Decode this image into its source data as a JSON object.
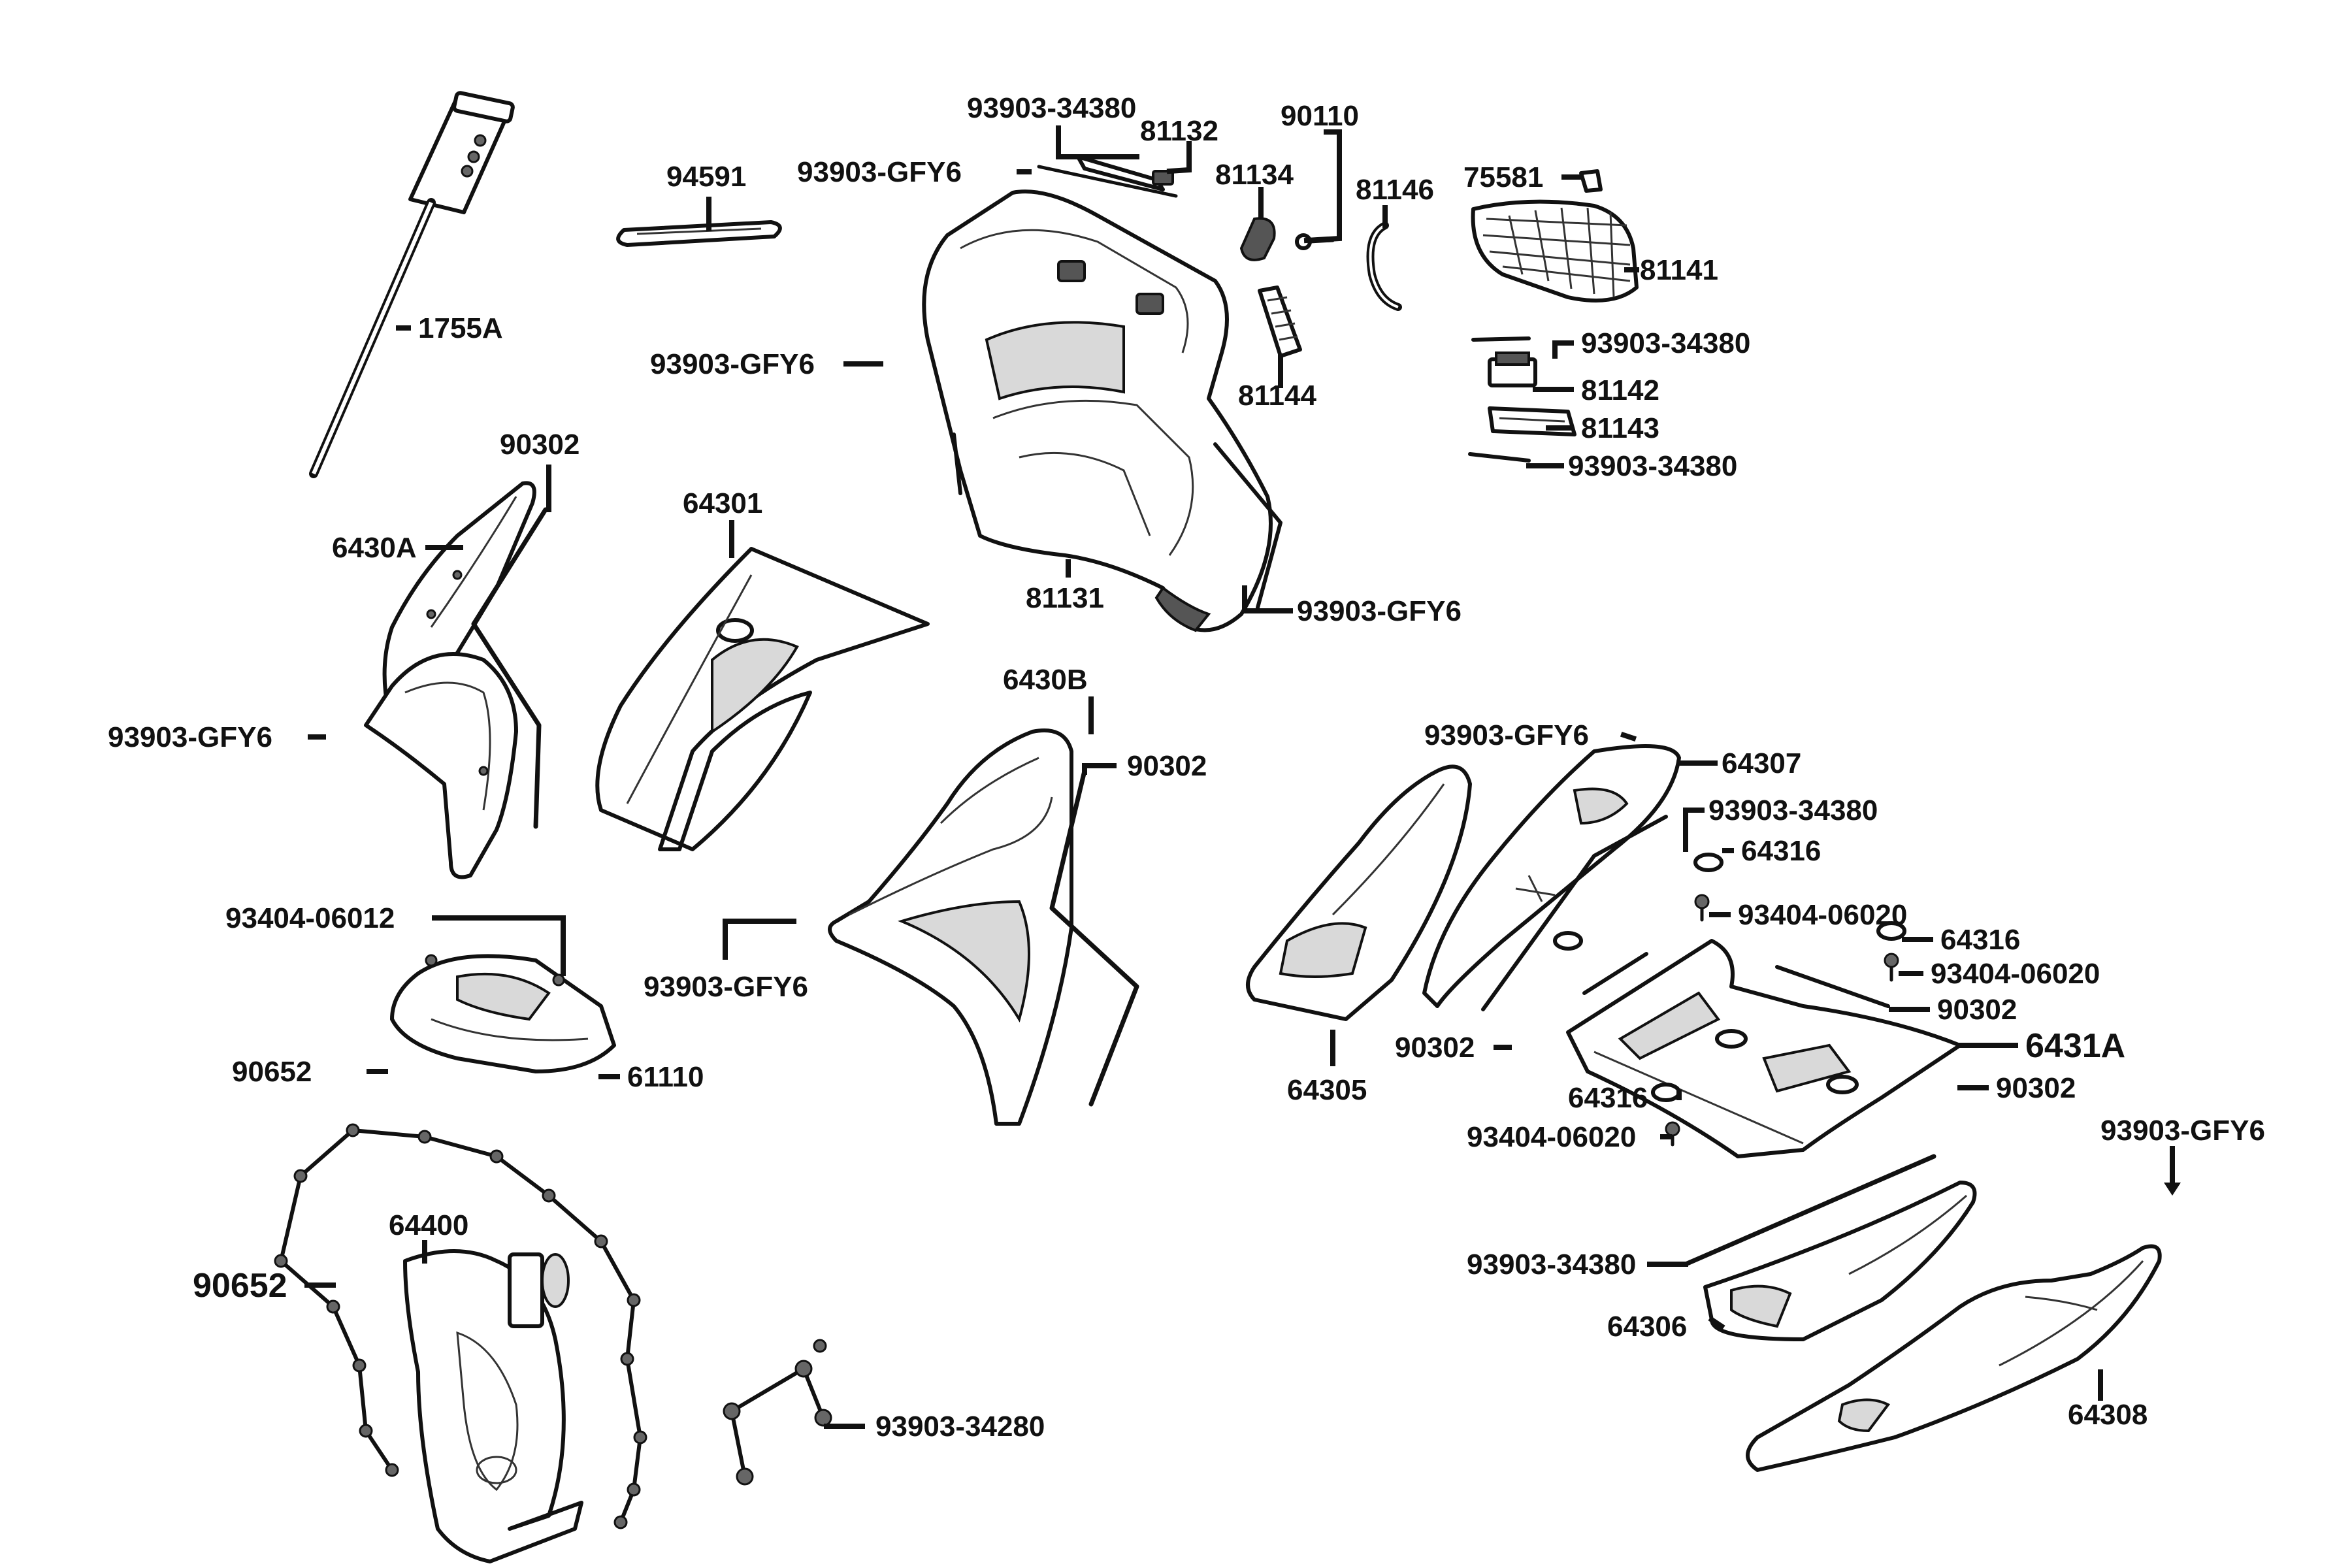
{
  "labels": {
    "l_93903_34380_top": "93903-34380",
    "l_81132": "81132",
    "l_90110": "90110",
    "l_94591": "94591",
    "l_93903_gfy6_top": "93903-GFY6",
    "l_81134": "81134",
    "l_81146": "81146",
    "l_75581": "75581",
    "l_81141": "81141",
    "l_1755a": "1755A",
    "l_93903_gfy6_mid": "93903-GFY6",
    "l_81144": "81144",
    "l_93903_34380_r1": "93903-34380",
    "l_81142": "81142",
    "l_81143": "81143",
    "l_93903_34380_r2": "93903-34380",
    "l_90302_a": "90302",
    "l_64301": "64301",
    "l_6430a": "6430A",
    "l_81131": "81131",
    "l_93903_gfy6_81131": "93903-GFY6",
    "l_6430b": "6430B",
    "l_93903_gfy6_left": "93903-GFY6",
    "l_90302_b": "90302",
    "l_93903_gfy6_64307": "93903-GFY6",
    "l_64307": "64307",
    "l_93903_34380_64307": "93903-34380",
    "l_64316_a": "64316",
    "l_93404_06020_a": "93404-06020",
    "l_64316_b": "64316",
    "l_93404_06020_b": "93404-06020",
    "l_90302_c": "90302",
    "l_6431a": "6431A",
    "l_90302_d": "90302",
    "l_90302_e": "90302",
    "l_64316_c": "64316",
    "l_93404_06020_c": "93404-06020",
    "l_64305": "64305",
    "l_93903_gfy6_64306": "93903-GFY6",
    "l_93404_06012": "93404-06012",
    "l_93903_gfy6_6430b": "93903-GFY6",
    "l_90652_a": "90652",
    "l_61110": "61110",
    "l_64400": "64400",
    "l_90652_b": "90652",
    "l_93903_34280": "93903-34280",
    "l_93903_34380_64306": "93903-34380",
    "l_64306": "64306",
    "l_64308": "64308"
  }
}
